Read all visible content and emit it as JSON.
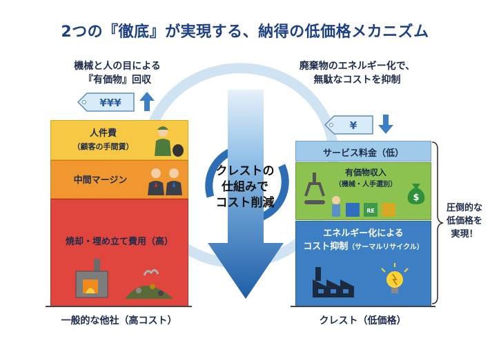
{
  "title": "2つの『徹底』が実現する、納得の低価格メカニズム",
  "left": {
    "caption_line1": "機械と人の目による",
    "caption_line2": "『有価物』回収",
    "tag": "¥¥¥",
    "labor_line1": "人件費",
    "labor_line2": "（顧客の手間賃）",
    "margin_label": "中間マージン",
    "disposal_label": "焼却・埋め立て費用（高）",
    "footer": "一般的な他社（高コスト）"
  },
  "center": {
    "line1": "クレストの",
    "line2": "仕組みで",
    "line3": "コスト削減"
  },
  "right": {
    "caption_line1": "廃棄物のエネルギー化で、",
    "caption_line2": "無駄なコストを抑制",
    "tag": "¥",
    "service_label": "サービス料金（低）",
    "valuables_line1": "有価物収入",
    "valuables_line2": "（機械・人手選別）",
    "energy_line1": "エネルギー化による",
    "energy_line2": "コスト抑制",
    "energy_line2_small": "（サーマルリサイクル）",
    "bin_text": "RE",
    "footer": "クレスト（低価格）"
  },
  "bracket": {
    "line1": "圧倒的な",
    "line2": "低価格を",
    "line3": "実現！"
  },
  "colors": {
    "title": "#1d3f86",
    "yellow": "#f6c843",
    "orange": "#f0972f",
    "red": "#e0463e",
    "light_blue": "#9fcaea",
    "green": "#8cc350",
    "blue": "#3d7fc4",
    "arrow": "#2f6fbd",
    "swirl": "#c7dff1"
  }
}
